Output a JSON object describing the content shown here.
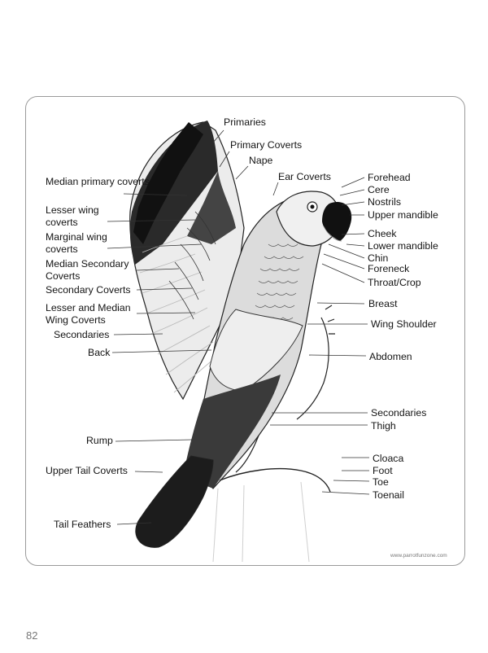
{
  "labels_left": {
    "median_primary_coverts": "Median primary coverts",
    "lesser_wing_coverts": "Lesser wing coverts",
    "marginal_wing_coverts": "Marginal wing coverts",
    "median_secondary_coverts": "Median Secondary Coverts",
    "secondary_coverts": "Secondary Coverts",
    "lesser_and_median_wing_coverts": "Lesser and Median Wing Coverts",
    "secondaries": "Secondaries",
    "back": "Back",
    "rump": "Rump",
    "upper_tail_coverts": "Upper Tail Coverts",
    "tail_feathers": "Tail Feathers"
  },
  "labels_top": {
    "primaries": "Primaries",
    "primary_coverts": "Primary Coverts",
    "nape": "Nape",
    "ear_coverts": "Ear Coverts"
  },
  "labels_right": {
    "forehead": "Forehead",
    "cere": "Cere",
    "nostrils": "Nostrils",
    "upper_mandible": "Upper mandible",
    "cheek": "Cheek",
    "lower_mandible": "Lower mandible",
    "chin": "Chin",
    "foreneck": "Foreneck",
    "throat_crop": "Throat/Crop",
    "breast": "Breast",
    "wing_shoulder": "Wing Shoulder",
    "abdomen": "Abdomen",
    "secondaries": "Secondaries",
    "thigh": "Thigh",
    "cloaca": "Cloaca",
    "foot": "Foot",
    "toe": "Toe",
    "toenail": "Toenail"
  },
  "source_credit": "www.parrotfunzone.com",
  "page_number": "82"
}
